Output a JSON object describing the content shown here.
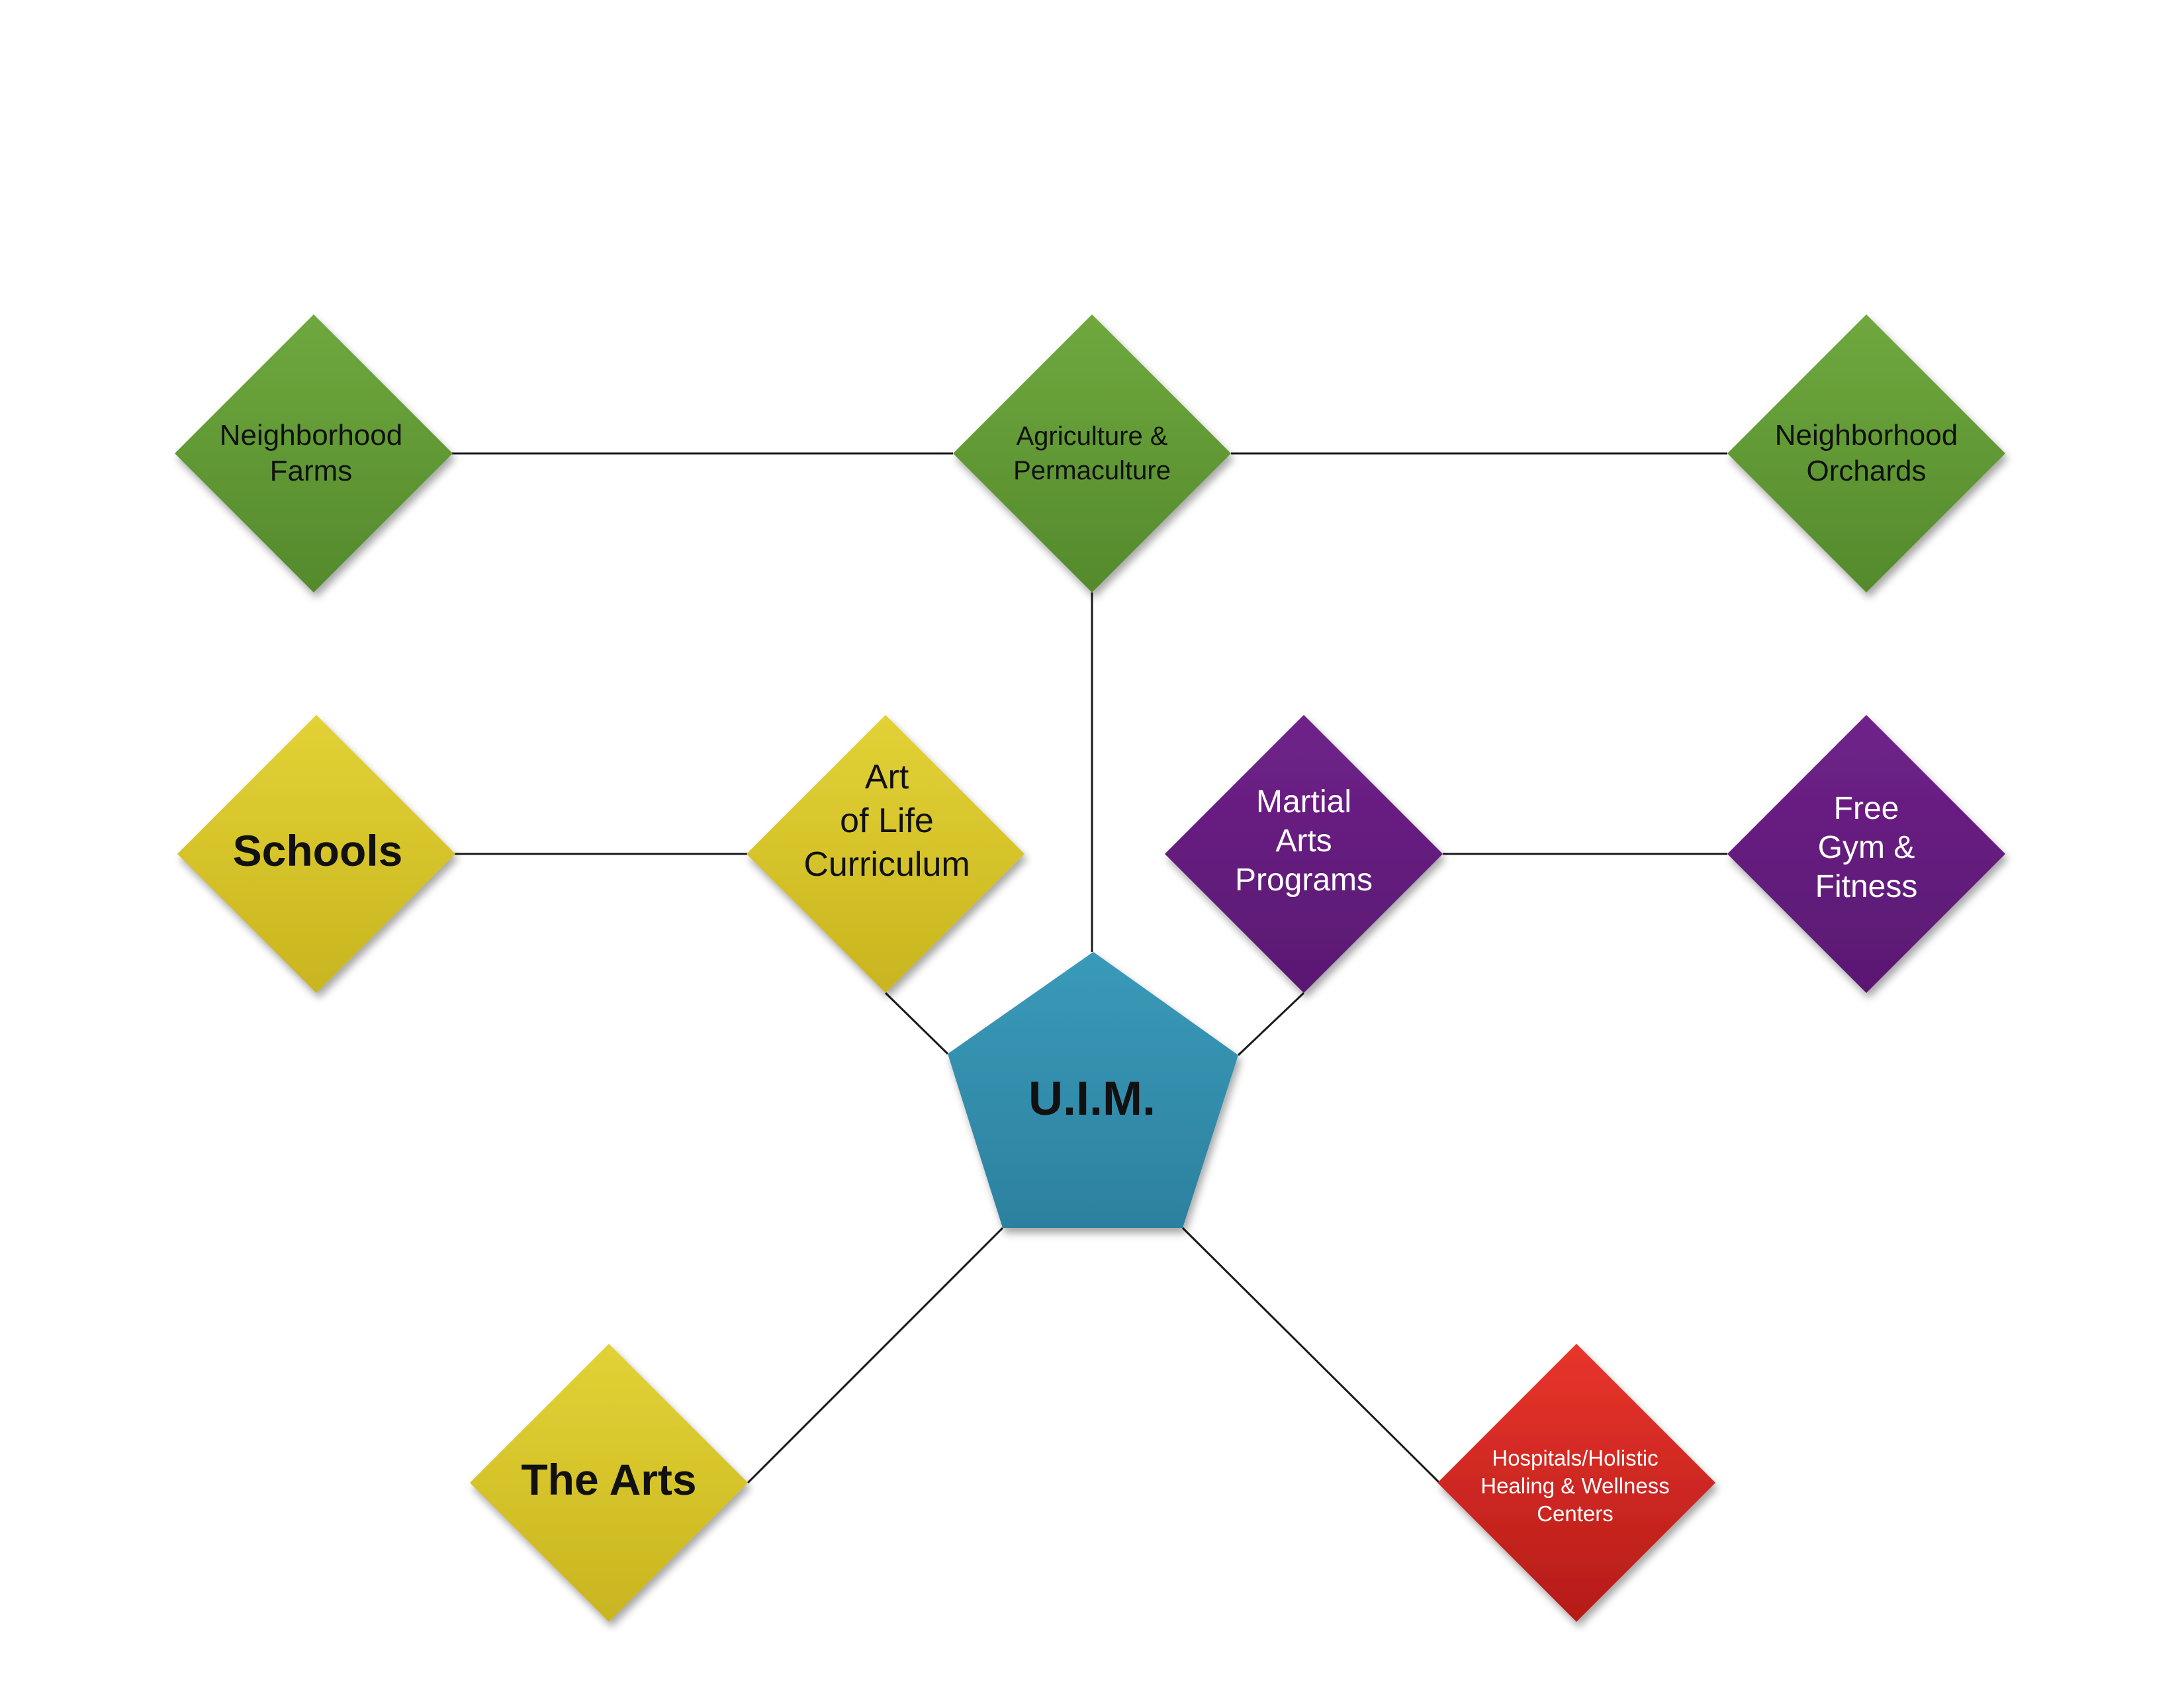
{
  "colors": {
    "green": "#6fa83e",
    "green_dark": "#548a2c",
    "yellow": "#e2d236",
    "yellow_dark": "#c9b51f",
    "purple": "#6f2289",
    "purple_dark": "#5a1872",
    "teal": "#3a9ab9",
    "teal_dark": "#2c819f",
    "red_top": "#e8352c",
    "red_bottom": "#b51b18",
    "line": "#1a1a1a"
  },
  "nodes": {
    "neighborhood_farms": {
      "label": "Neighborhood\nFarms"
    },
    "agriculture": {
      "label": "Agriculture &\nPermaculture"
    },
    "neighborhood_orchards": {
      "label": "Neighborhood\nOrchards"
    },
    "schools": {
      "label": "Schools"
    },
    "art_of_life": {
      "label": "Art\nof Life\nCurriculum"
    },
    "martial_arts": {
      "label": "Martial\nArts\nPrograms"
    },
    "free_gym": {
      "label": "Free\nGym &\nFitness"
    },
    "uim": {
      "label": "U.I.M."
    },
    "the_arts": {
      "label": "The Arts"
    },
    "hospitals": {
      "label": "Hospitals/Holistic\nHealing & Wellness\nCenters"
    }
  }
}
